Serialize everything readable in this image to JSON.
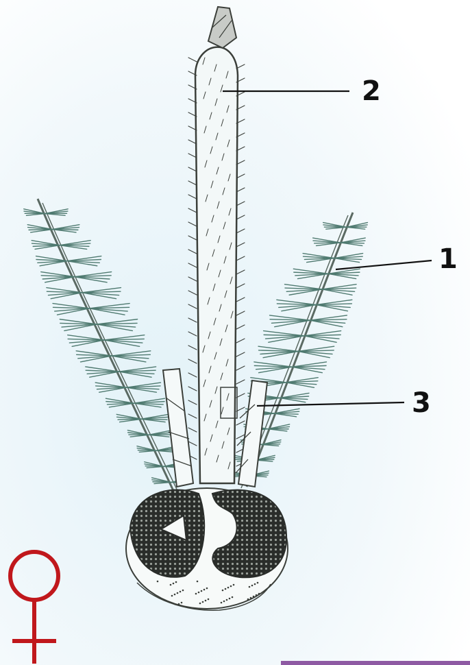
{
  "colors": {
    "ink": "#3b3f3a",
    "antenna_hair": "#4f7a70",
    "head_dark": "#2a2d2a",
    "background_tint": "#eaf5f9",
    "female_symbol": "#c0181c",
    "accent_bar": "#8e5aa3"
  },
  "labels": {
    "antenna": "1",
    "proboscis": "2",
    "palp": "3"
  },
  "symbol": {
    "name": "female-symbol-icon"
  }
}
